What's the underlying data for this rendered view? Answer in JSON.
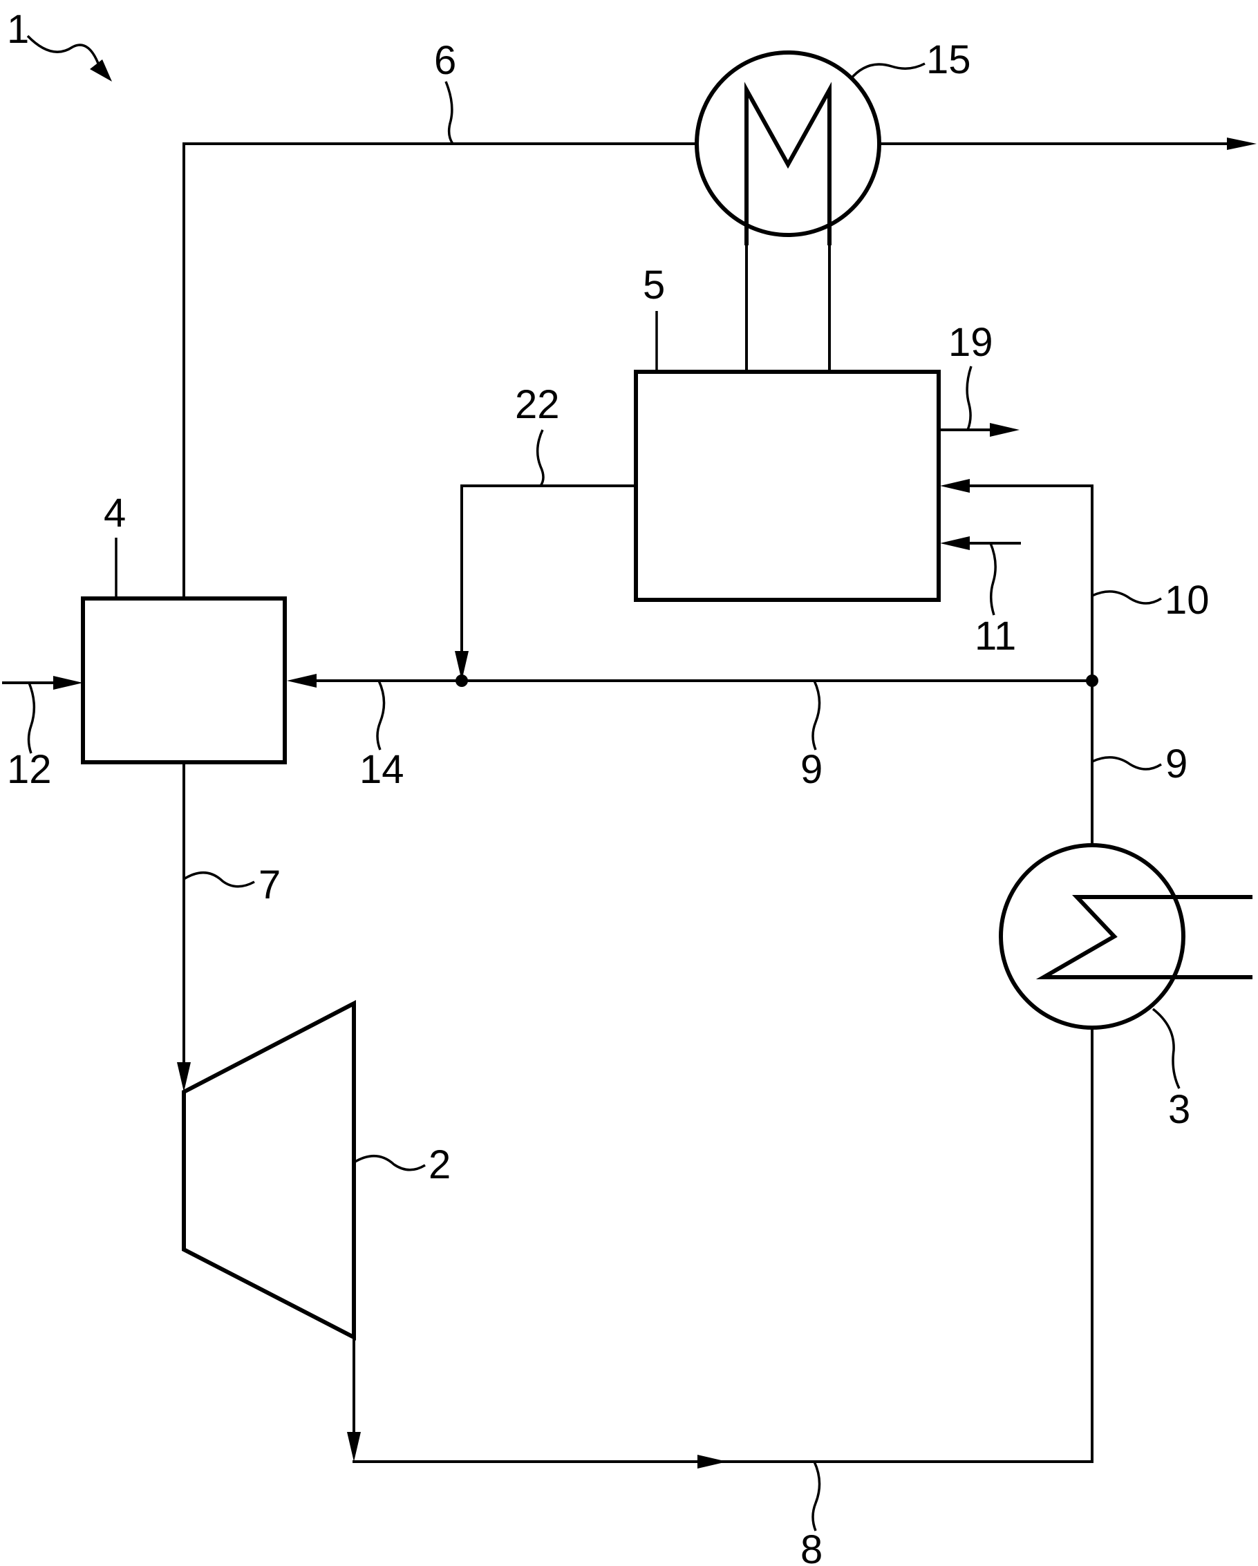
{
  "labels": {
    "system": "1",
    "turbine": "2",
    "heat_exchanger_3": "3",
    "unit_4": "4",
    "unit_5": "5",
    "line_6": "6",
    "line_7": "7",
    "line_8": "8",
    "line_9_horizontal": "9",
    "line_9_vertical": "9",
    "line_10": "10",
    "line_11": "11",
    "line_12": "12",
    "line_14": "14",
    "heat_exchanger_15": "15",
    "line_19": "19",
    "line_22": "22"
  }
}
